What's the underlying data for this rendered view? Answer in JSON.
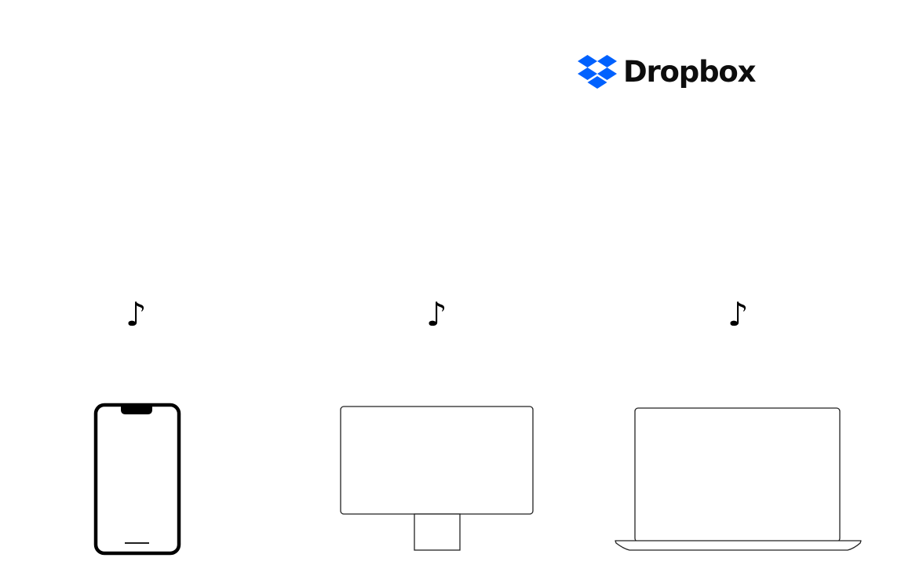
{
  "brand": {
    "name": "Dropbox",
    "logo_icon": "dropbox-box-icon",
    "color": "#0061FE",
    "text_color": "#0d0d0d"
  },
  "devices": [
    {
      "type": "phone",
      "icon": "smartphone-icon",
      "note_glyph": "♪",
      "note_icon": "music-note-icon"
    },
    {
      "type": "desktop",
      "icon": "desktop-monitor-icon",
      "note_glyph": "♪",
      "note_icon": "music-note-icon"
    },
    {
      "type": "laptop",
      "icon": "laptop-icon",
      "note_glyph": "♪",
      "note_icon": "music-note-icon"
    }
  ]
}
